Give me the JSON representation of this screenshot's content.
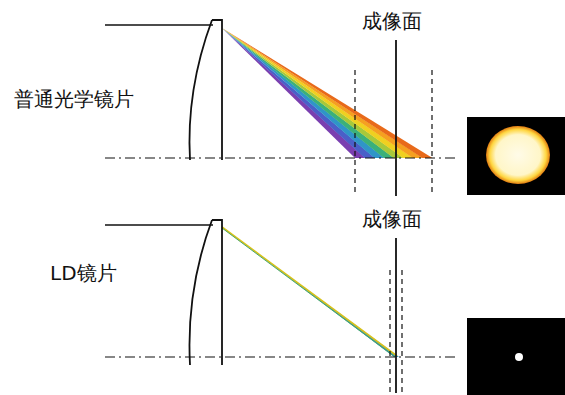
{
  "diagram": {
    "labels": [
      "成像面",
      "普通光学镜片",
      "成像面",
      "LD镜片"
    ]
  }
}
